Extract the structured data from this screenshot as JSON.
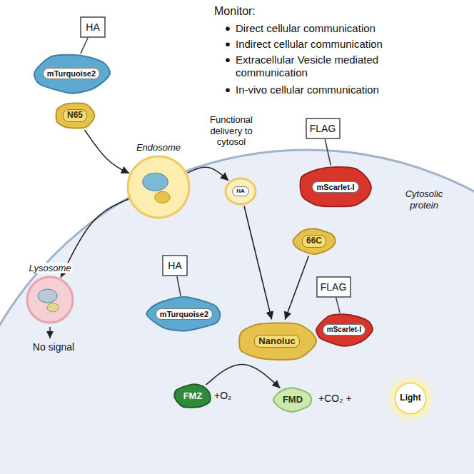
{
  "diagram": {
    "nodes": [
      {
        "text": [
          "HA"
        ]
      },
      {
        "text": [
          "mTurquoise2"
        ]
      },
      {
        "text": [
          "N65"
        ]
      },
      {
        "text": [
          "Endosome"
        ]
      },
      {
        "text": [
          "FLAG"
        ]
      },
      {
        "text": [
          "HA"
        ]
      },
      {
        "text": [
          "mScarlet-I"
        ]
      },
      {
        "text": [
          "Lysosome"
        ]
      },
      {
        "text": [
          "66C"
        ]
      },
      {
        "text": [
          "HA"
        ]
      },
      {
        "text": [
          "FLAG"
        ]
      },
      {
        "text": [
          "mTurquoise2"
        ]
      },
      {
        "text": [
          "mScarlet-I"
        ]
      },
      {
        "text": [
          "Nanoluc"
        ]
      },
      {
        "text": [
          "FMZ"
        ]
      },
      {
        "text": [
          "FMD"
        ]
      },
      {
        "text": [
          "Light"
        ]
      }
    ],
    "edges": [
      {
        "from": 0,
        "to": 1,
        "arrow": "none"
      },
      {
        "from": 2,
        "to": 3,
        "arrow": "to"
      },
      {
        "from": 3,
        "to": 7,
        "arrow": "to"
      },
      {
        "from": 3,
        "to": 5,
        "arrow": "to"
      },
      {
        "from": 4,
        "to": 6,
        "arrow": "none"
      },
      {
        "from": 5,
        "to": 13,
        "arrow": "to"
      },
      {
        "from": 8,
        "to": 13,
        "arrow": "to"
      },
      {
        "from": 9,
        "to": 11,
        "arrow": "none"
      },
      {
        "from": 10,
        "to": 12,
        "arrow": "none"
      },
      {
        "from": 14,
        "to": 15,
        "arrow": "to"
      }
    ],
    "labels": [
      "Monitor:",
      "Direct cellular communication",
      "Indirect cellular communication",
      "Extracellular Vesicle mediated communication",
      "In-vivo cellular communication",
      "Functional delivery to cytosol",
      "Cytosolic protein",
      "No signal",
      "+O₂",
      "+CO₂ +"
    ]
  }
}
